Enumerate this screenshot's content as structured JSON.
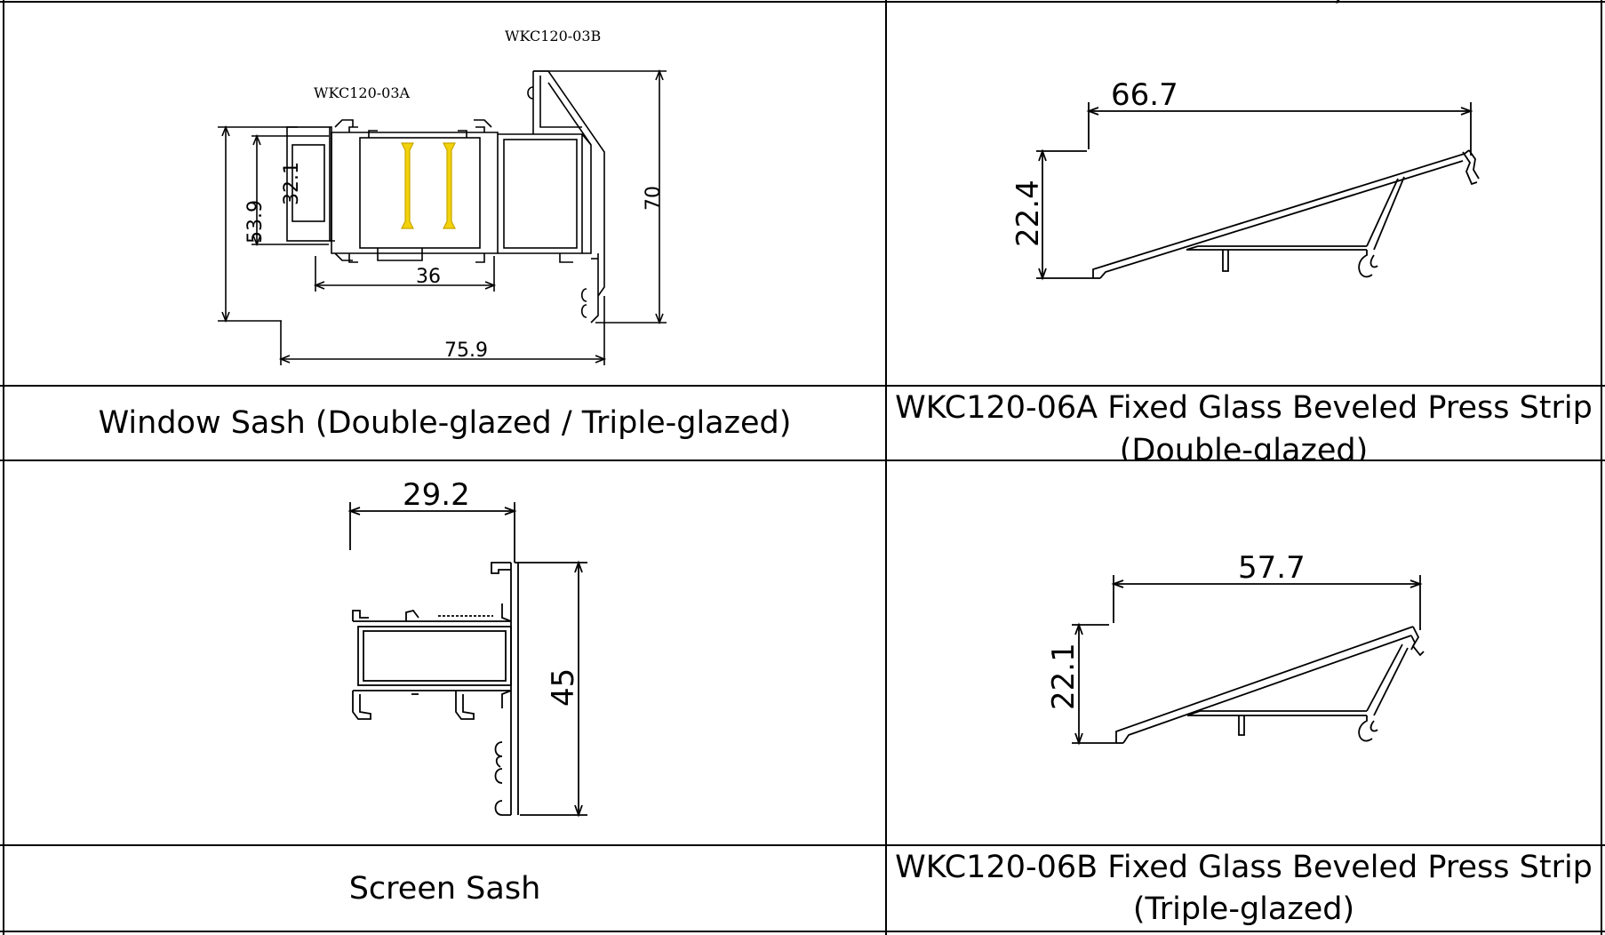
{
  "table": {
    "top_cut_text": ")",
    "rows": [
      {
        "left": {
          "caption": "Window Sash (Double-glazed / Triple-glazed)",
          "drawing": {
            "part_a": "WKC120-03A",
            "part_b": "WKC120-03B",
            "dims": [
              "53.9",
              "32.1",
              "36",
              "75.9",
              "70"
            ]
          }
        },
        "right": {
          "caption_line1": "WKC120-06A Fixed Glass Beveled Press Strip",
          "caption_line2": "(Double-glazed)",
          "drawing": {
            "dims": [
              "66.7",
              "22.4"
            ]
          }
        }
      },
      {
        "left": {
          "caption": "Screen Sash",
          "drawing": {
            "dims": [
              "29.2",
              "45"
            ]
          }
        },
        "right": {
          "caption_line1": "WKC120-06B Fixed Glass Beveled Press Strip",
          "caption_line2": "(Triple-glazed)",
          "drawing": {
            "dims": [
              "57.7",
              "22.1"
            ]
          }
        }
      }
    ]
  },
  "colors": {
    "line": "#000000",
    "gasket": "#f2d20a"
  }
}
